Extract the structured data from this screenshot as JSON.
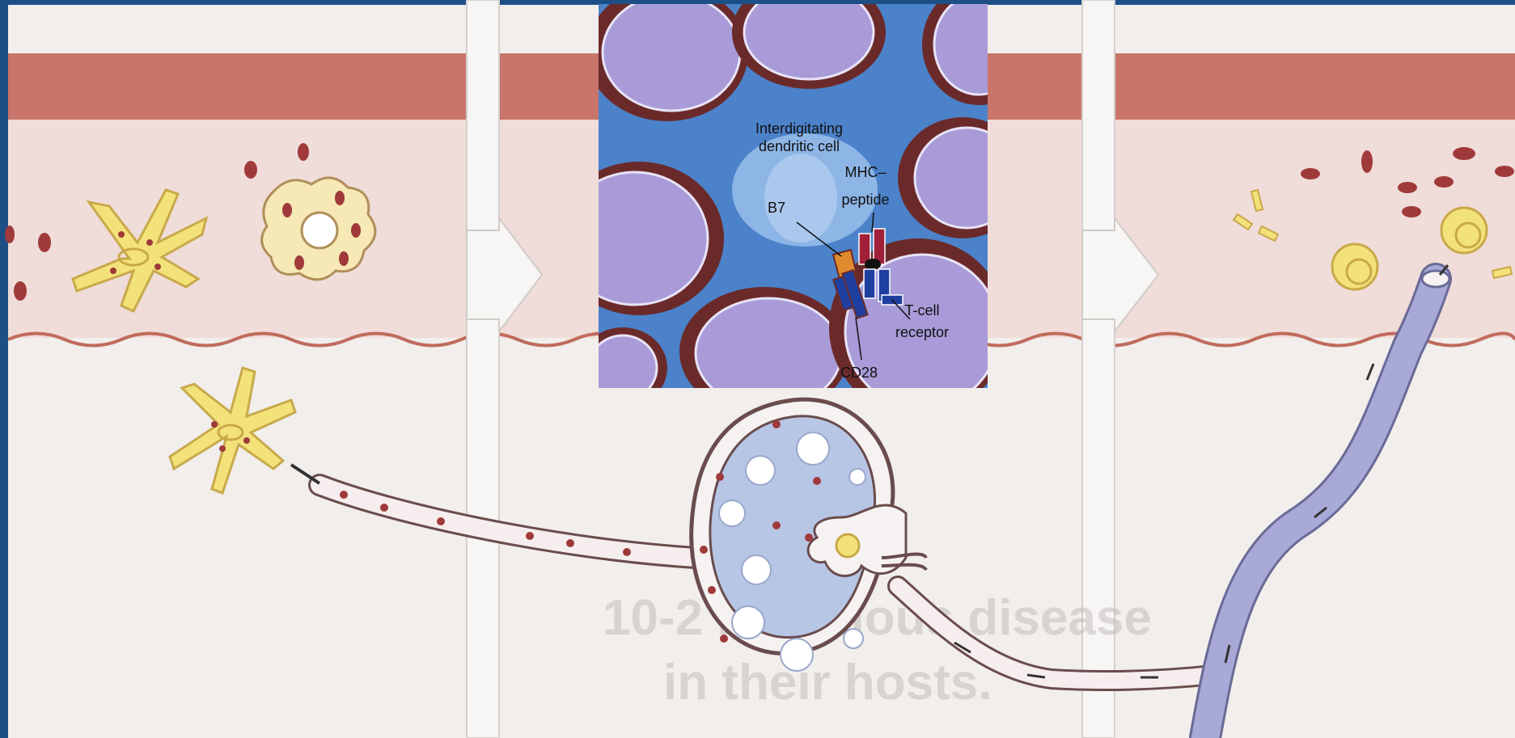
{
  "colors": {
    "frame_blue": "#1b4f86",
    "panel_bg": "#f1eeec",
    "skin_band": "#c9756a",
    "dermis_pink": "#f0dcd8",
    "wave_line": "#c06b5c",
    "vessel_pink": "#f6eeee",
    "node_blue": "#b8c6e6",
    "lymph_purple": "#a9a9d8",
    "dendritic_yellow": "#f3e27a",
    "dot_red": "#a03a3a",
    "inset_bg": "#4b82c9",
    "cell_purple": "#a89bd8",
    "cell_brown": "#6b2a2a",
    "b7_orange": "#e08a2e",
    "cd28_blue": "#1f3fa0",
    "mhc_red": "#a0203a"
  },
  "inset": {
    "labels": {
      "cell_line1": "Interdigitating",
      "cell_line2": "dendritic cell",
      "mhc_line1": "MHC–",
      "mhc_line2": "peptide",
      "b7": "B7",
      "tcr_line1": "T-cell",
      "tcr_line2": "receptor",
      "cd28": "CD28"
    }
  },
  "background_text": {
    "line1": "10-2  Infectious disease",
    "line2": "in their hosts."
  },
  "icons": [
    "arrow-right-icon",
    "arrow-right-icon"
  ]
}
